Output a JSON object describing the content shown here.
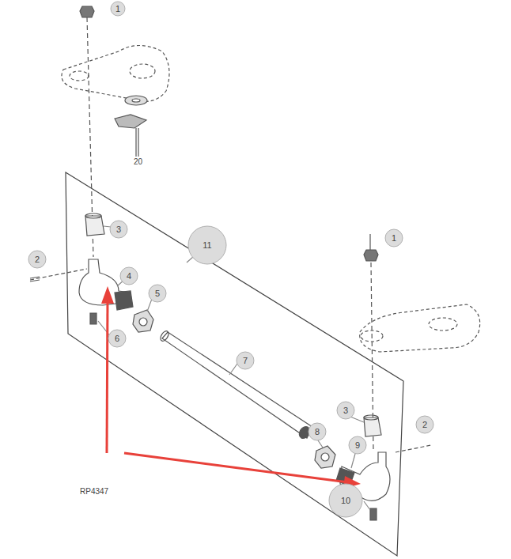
{
  "diagram": {
    "nodes": [
      {
        "text": [
          "1"
        ]
      },
      {
        "text": [
          "3"
        ]
      },
      {
        "text": [
          "1"
        ]
      },
      {
        "text": [
          "11"
        ]
      },
      {
        "text": [
          "2"
        ]
      },
      {
        "text": [
          "4"
        ]
      },
      {
        "text": [
          "5"
        ]
      },
      {
        "text": [
          "6"
        ]
      },
      {
        "text": [
          "7"
        ]
      },
      {
        "text": [
          "3"
        ]
      },
      {
        "text": [
          "2"
        ]
      },
      {
        "text": [
          "8"
        ]
      },
      {
        "text": [
          "9"
        ]
      },
      {
        "text": [
          "10"
        ]
      }
    ],
    "edges": [],
    "labels": [
      "20",
      "RP4347"
    ]
  }
}
